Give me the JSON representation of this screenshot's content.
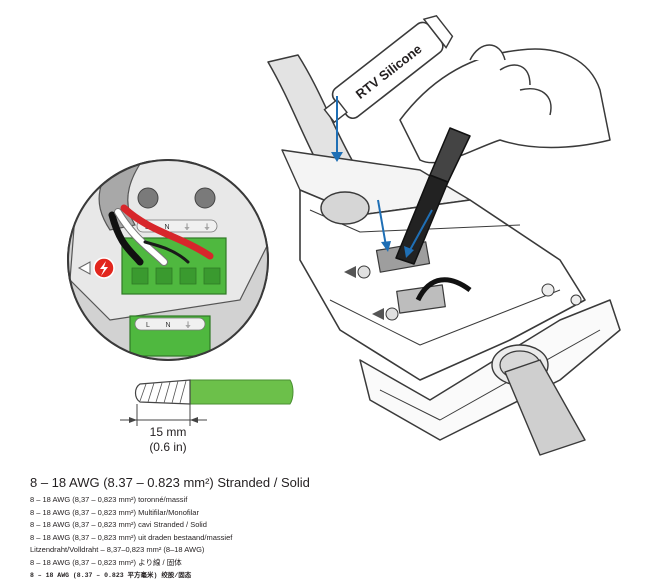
{
  "tube_label": "RTV Silicone",
  "strip_length": {
    "metric": "15 mm",
    "imperial": "(0.6 in)"
  },
  "wire_spec": {
    "title": "8 – 18 AWG (8.37 – 0.823 mm²) Stranded / Solid",
    "lines": [
      "8 – 18 AWG (8,37 – 0,823 mm²) toronné/massif",
      "8 – 18 AWG (8,37 – 0,823 mm²) Multifilar/Monofilar",
      "8 – 18 AWG (8,37 – 0,823 mm²) cavi Stranded / Solid",
      "8 – 18 AWG (8,37 – 0,823 mm²) uit draden bestaand/massief",
      "Litzendraht/Volldraht – 8,37–0,823 mm² (8–18 AWG)",
      "8 – 18 AWG (8,37 – 0,823 mm²) より線 / 固体",
      "8 – 18 AWG (8.37 – 0.823 平方毫米) 绞股/固态"
    ]
  },
  "terminal_labels": [
    "L",
    "N",
    "⏚",
    "⏚"
  ],
  "lower_terminal_labels": [
    "L",
    "N",
    "⏚"
  ],
  "colors": {
    "terminal_green": "#4fb83f",
    "arrow_blue": "#1f6fb5",
    "warning_red": "#e2261d",
    "wire_red": "#d7262b",
    "strip_green": "#6cc04a"
  }
}
